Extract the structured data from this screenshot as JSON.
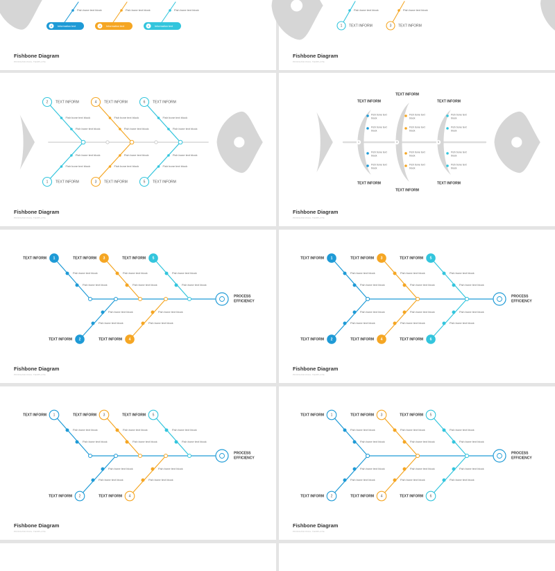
{
  "slide_title": "Fishbone Diagram",
  "slide_subtitle": "PROFESSIONAL TEMPLATE",
  "fish_bone_text": "Fish bone text block",
  "text_inform": "TEXT INFORM",
  "information_text": "Information text",
  "process_label_1": "PROCESS",
  "process_label_2": "EFFICIENCY",
  "numbers": [
    "1",
    "2",
    "3",
    "4",
    "5",
    "6"
  ],
  "colors": {
    "blue": "#1e9ad6",
    "orange": "#f5a623",
    "cyan": "#33c5dd",
    "line": "#dddddd",
    "fish": "#d6d6d6"
  }
}
